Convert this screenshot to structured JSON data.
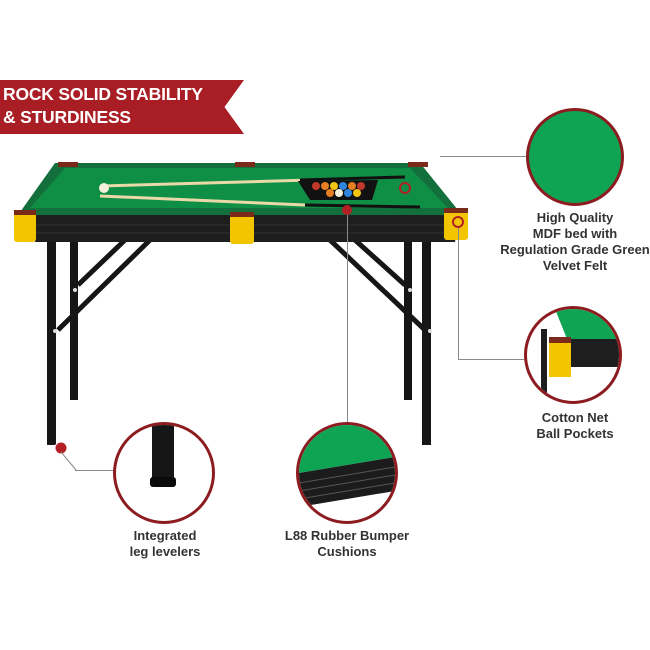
{
  "banner": {
    "line1": "ROCK SOLID STABILITY",
    "line2": "& STURDINESS"
  },
  "features": [
    {
      "id": "felt",
      "caption_lines": [
        "High Quality",
        "MDF bed with",
        "Regulation Grade Green",
        "Velvet Felt"
      ]
    },
    {
      "id": "pockets",
      "caption_lines": [
        "Cotton Net",
        "Ball Pockets"
      ]
    },
    {
      "id": "levelers",
      "caption_lines": [
        "Integrated",
        "leg levelers"
      ]
    },
    {
      "id": "cushions",
      "caption_lines": [
        "L88 Rubber Bumper",
        "Cushions"
      ]
    }
  ],
  "colors": {
    "brand_red": "#a81e24",
    "felt_green": "#0fa454",
    "frame_black": "#1a1a1a",
    "fringe_yellow": "#f2c500"
  }
}
